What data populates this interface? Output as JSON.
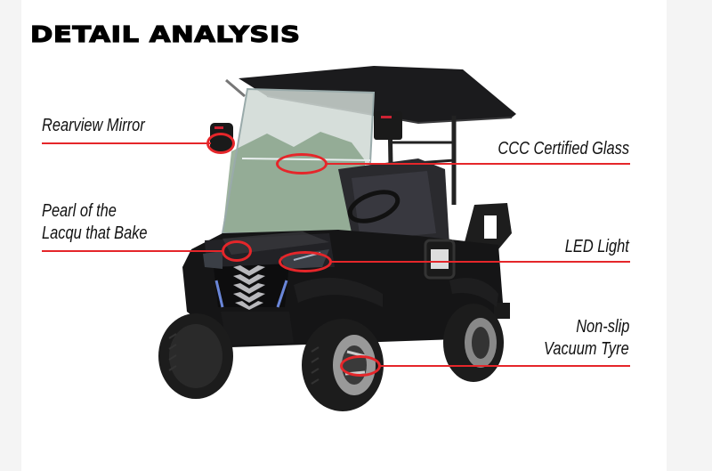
{
  "title": "DETAIL ANALYSIS",
  "colors": {
    "accent": "#e5262a",
    "background": "#ffffff",
    "side_gutter": "#f4f4f4",
    "text": "#111111"
  },
  "product": {
    "type": "golf cart",
    "color": "black"
  },
  "callouts": [
    {
      "id": "rearview-mirror",
      "label": "Rearview Mirror",
      "side": "left"
    },
    {
      "id": "ccc-certified-glass",
      "label": "CCC Certified Glass",
      "side": "right"
    },
    {
      "id": "paint",
      "label_line1": "Pearl of the",
      "label_line2": "Lacqu that Bake",
      "side": "left"
    },
    {
      "id": "led-light",
      "label": "LED Light",
      "side": "right"
    },
    {
      "id": "vacuum-tyre",
      "label_line1": "Non-slip",
      "label_line2": "Vacuum Tyre",
      "side": "right"
    }
  ]
}
